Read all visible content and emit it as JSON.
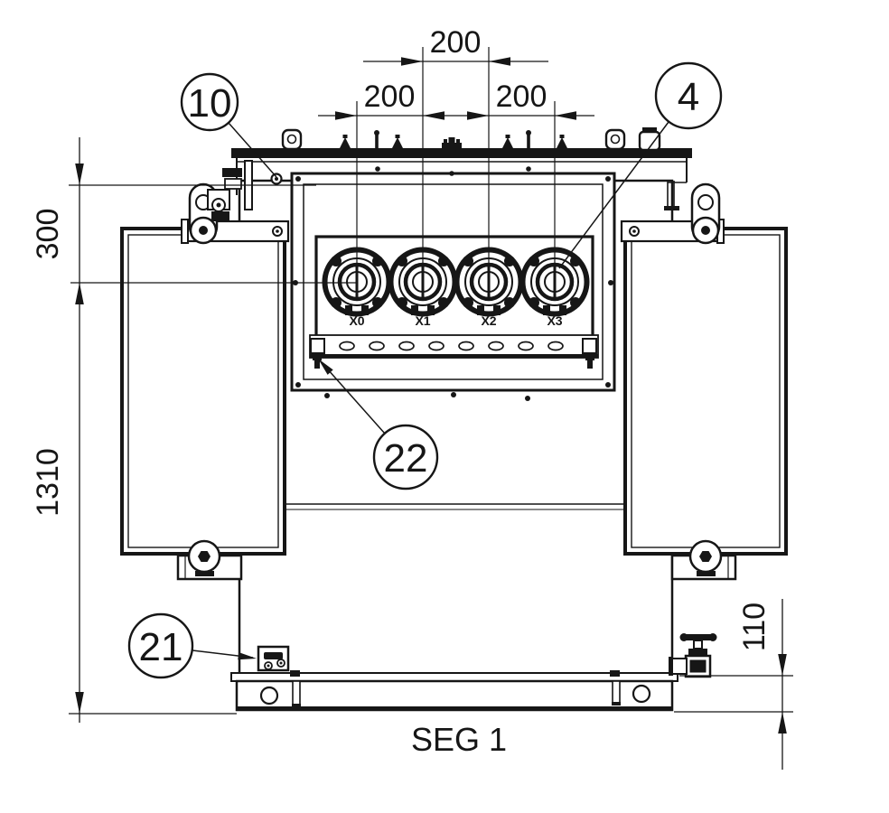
{
  "drawing": {
    "caption": "SEG 1",
    "dimensions": {
      "bushing_pitch_center": "200",
      "bushing_pitch_left": "200",
      "bushing_pitch_right": "200",
      "cover_to_bushing_height": "300",
      "overall_height": "1310",
      "base_height": "110"
    },
    "callouts": {
      "cover_bolt": "10",
      "lv_bushing": "4",
      "terminal_rail": "22",
      "ground_pad": "21"
    },
    "bushing_labels": [
      "X0",
      "X1",
      "X2",
      "X3"
    ],
    "colors": {
      "line": "#161616",
      "background": "#ffffff"
    }
  }
}
